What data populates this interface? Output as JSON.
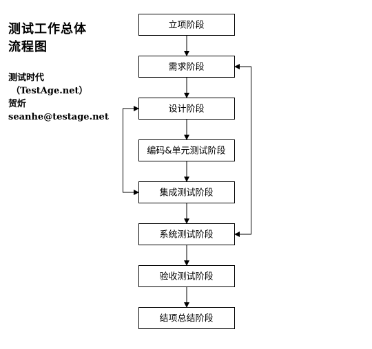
{
  "title": {
    "line1": "测试工作总体",
    "line2": "流程图"
  },
  "author": {
    "org": "测试时代",
    "site": "（TestAge.net）",
    "name": "贺炘",
    "email": "seanhe@testage.net"
  },
  "stages": [
    {
      "id": "initiation",
      "label": "立项阶段"
    },
    {
      "id": "requirements",
      "label": "需求阶段"
    },
    {
      "id": "design",
      "label": "设计阶段"
    },
    {
      "id": "coding-unit-test",
      "label": "编码&单元测试阶段"
    },
    {
      "id": "integration-test",
      "label": "集成测试阶段"
    },
    {
      "id": "system-test",
      "label": "系统测试阶段"
    },
    {
      "id": "acceptance-test",
      "label": "验收测试阶段"
    },
    {
      "id": "closure",
      "label": "结项总结阶段"
    }
  ],
  "feedback_loops": [
    {
      "from": "system-test",
      "to": "requirements",
      "side": "right"
    },
    {
      "from": "integration-test",
      "to": "design",
      "side": "left"
    }
  ]
}
